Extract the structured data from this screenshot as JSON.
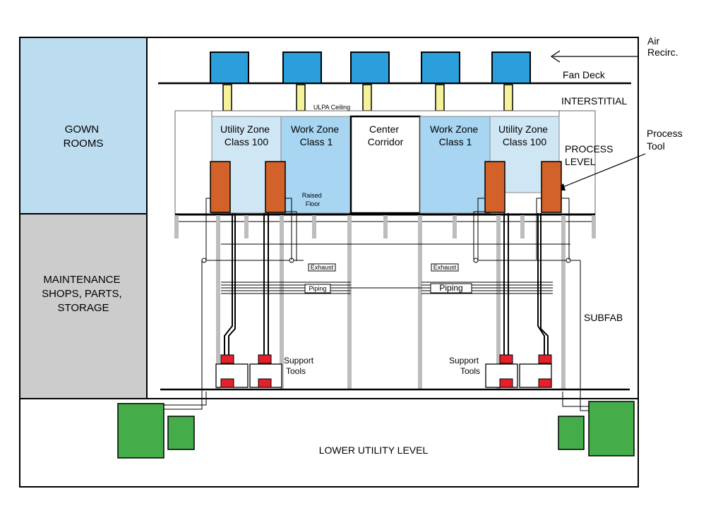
{
  "labels": {
    "gown_rooms": [
      "GOWN",
      "ROOMS"
    ],
    "maintenance": [
      "MAINTENANCE",
      "SHOPS, PARTS,",
      "STORAGE"
    ],
    "air_recirc": [
      "Air",
      "Recirc."
    ],
    "fan_deck": "Fan Deck",
    "interstitial": "INTERSTITIAL",
    "ulpa_ceiling": "ULPA Ceiling",
    "process_tool": [
      "Process",
      "Tool"
    ],
    "process_level": [
      "PROCESS",
      "LEVEL"
    ],
    "raised_floor": [
      "Raised",
      "Floor"
    ],
    "exhaust": "Exhaust",
    "piping": "Piping",
    "support_tools": [
      "Support",
      "Tools"
    ],
    "subfab": "SUBFAB",
    "lower_utility_level": "LOWER UTILITY LEVEL"
  },
  "zones": [
    {
      "name": [
        "Utility Zone",
        "Class 100"
      ]
    },
    {
      "name": [
        "Work Zone",
        "Class 1"
      ]
    },
    {
      "name": [
        "Center",
        "Corridor"
      ]
    },
    {
      "name": [
        "Work Zone",
        "Class 1"
      ]
    },
    {
      "name": [
        "Utility Zone",
        "Class 100"
      ]
    }
  ],
  "colors": {
    "gown_rooms_fill": "#bcdcf0",
    "maintenance_fill": "#cccccc",
    "fan_unit": "#2a9fdb",
    "ulpa_filter": "#f6f29a",
    "utility_zone": "#cfe6f5",
    "work_zone": "#a8d6f2",
    "process_tool": "#d2622a",
    "support_tool_red": "#e4202a",
    "utility_green": "#44ad4a",
    "column_grey": "#bdbdbd"
  }
}
